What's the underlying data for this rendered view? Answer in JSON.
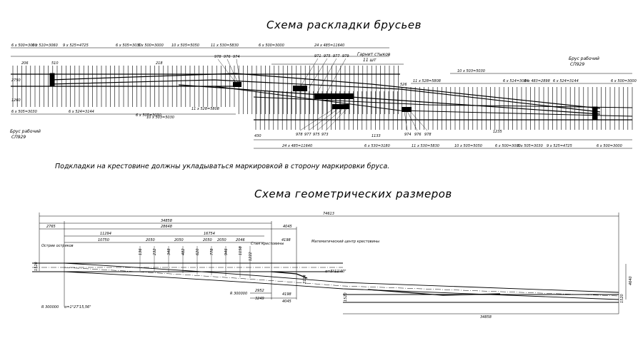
{
  "titles": {
    "tie_layout": "Схема раскладки брусьев",
    "geometry": "Схема геометрических размеров"
  },
  "note": "Подкладки на крестовине должны укладываться маркировкой в сторону маркировки бруса.",
  "tie_scheme": {
    "top_spacings": [
      "6 x 500=3000",
      "6 x 510=3060",
      "9 x 525=4725",
      "6 x 505=3030",
      "6 x 500=3000",
      "10 x 505=5050",
      "11 x 530=5830",
      "6 x 500=3000",
      "24 x 485=11640"
    ],
    "bottom_spacings": [
      "6 x 505=3030",
      "6 x 524=3144",
      "6 x 505=3030",
      "10 x 503=5030",
      "11 x 528=5808"
    ],
    "right_top_spacings": [
      "10 x 503=5030",
      "11 x 528=5808",
      "6 x 514=3084",
      "6 x 483=2898",
      "6 x 524=3144",
      "6 x 500=3000"
    ],
    "right_bottom_spacings": [
      "24 x 485=11640",
      "6 x 530=3180",
      "11 x 530=5830",
      "10 x 505=5050",
      "6 x 500=3000",
      "6 x 505=3030",
      "9 x 525=4725",
      "6 x 500=3000"
    ],
    "tie_marks_top_left": [
      "978",
      "976",
      "974"
    ],
    "tie_marks_top_center": [
      "971",
      "975",
      "977",
      "979"
    ],
    "tie_marks_bottom_left": [
      "978",
      "977",
      "975",
      "973"
    ],
    "tie_marks_bottom_right": [
      "974",
      "976",
      "978"
    ],
    "joint_label": "Гарнит стыков",
    "joint_count": "11 шт",
    "beam_label_left": "Брус рабочий",
    "beam_code_left": "СП929",
    "beam_label_right": "Брус рабочий",
    "beam_code_right": "СП929",
    "gap_marks": [
      "206",
      "510",
      "218",
      "526"
    ],
    "end_dims": [
      "1260",
      "2750",
      "430",
      "1133",
      "1235"
    ]
  },
  "geometry_scheme": {
    "total_length": "74613",
    "overall_dims": [
      "34858",
      "2765",
      "28648",
      "4045",
      "11294",
      "10750",
      "16754",
      "2050",
      "2050",
      "2050",
      "2050",
      "2046",
      "4198"
    ],
    "offsets_vertical": [
      "136",
      "232",
      "348",
      "482",
      "620",
      "778",
      "946",
      "1158",
      "1222",
      "1520",
      "2114"
    ],
    "labels": {
      "frog_point": "Острие остряков",
      "junction": "Стык крестовины",
      "math_center": "Математический центр крестовины"
    },
    "radii": [
      "R 300000",
      "R 300000"
    ],
    "angles": [
      "α=1°27'15,56\"",
      "α=5°11'40\""
    ],
    "bottom_dims": [
      "2952",
      "3249",
      "4198",
      "4045",
      "34858"
    ],
    "side_dims": [
      "1520",
      "4640",
      "1520"
    ]
  }
}
